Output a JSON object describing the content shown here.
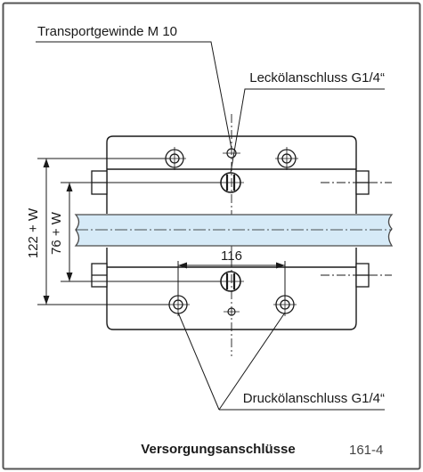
{
  "labels": {
    "transport_thread": "Transportgewinde M 10",
    "leak_oil_port": "Leckölanschluss G1/4“",
    "pressure_oil_port": "Druckölanschluss G1/4“",
    "dim_outer": "122 + W",
    "dim_inner": "76 + W",
    "dim_width": "116"
  },
  "caption": {
    "title": "Versorgungsanschlüsse",
    "figure_number": "161-4"
  },
  "colors": {
    "frame": "#555555",
    "line": "#1a1a1a",
    "rail_fill": "#d6eaf7",
    "rail_stroke": "#4a4a4a"
  }
}
